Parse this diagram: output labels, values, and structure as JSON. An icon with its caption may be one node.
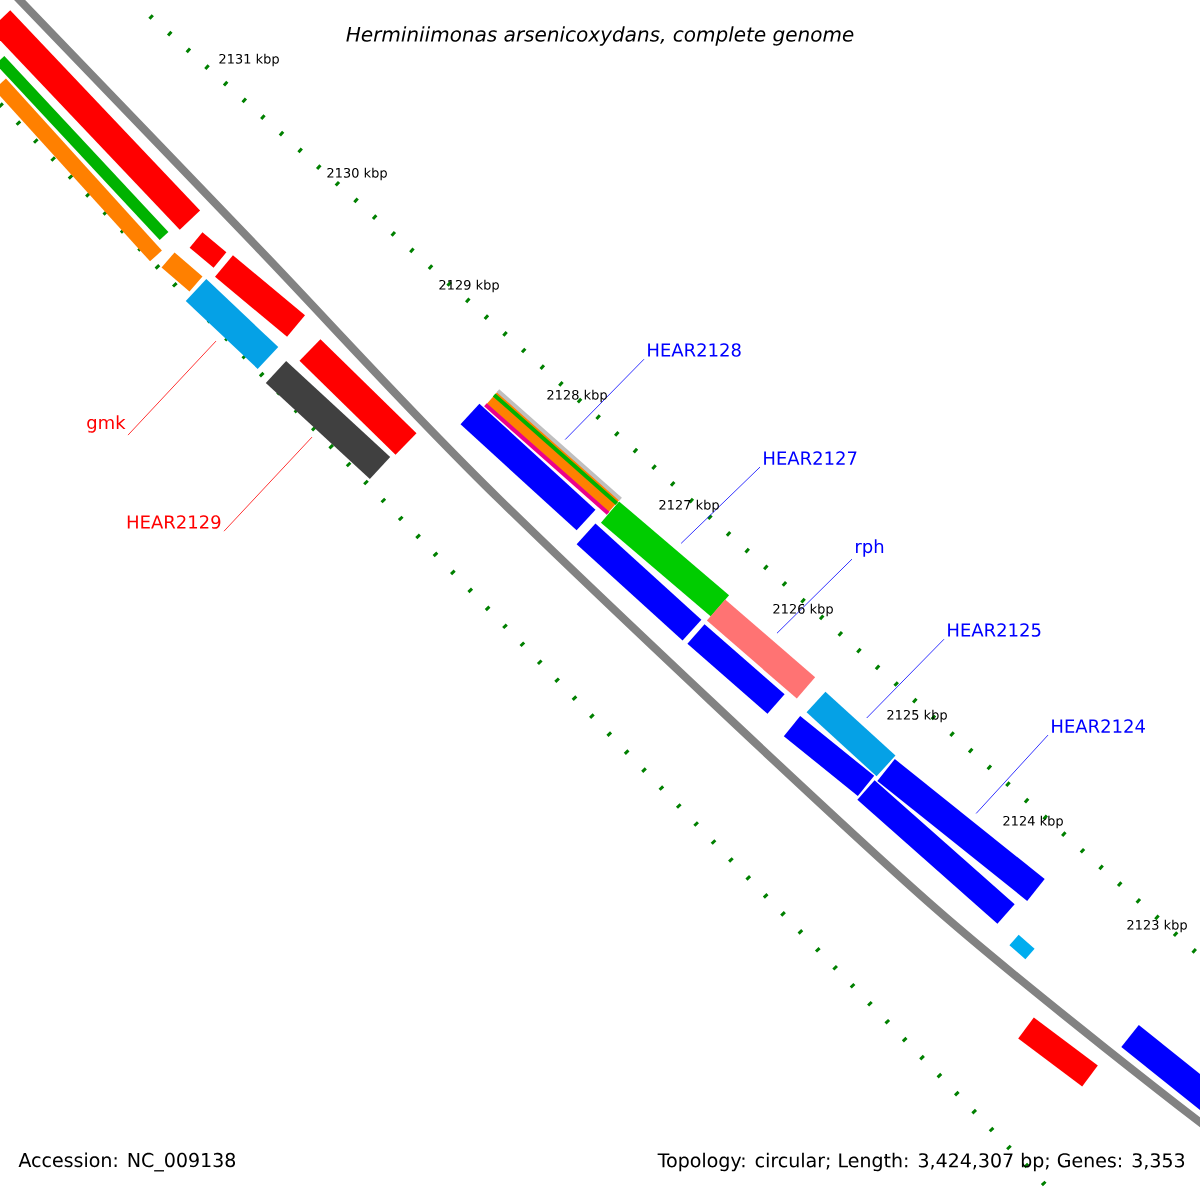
{
  "diagram": {
    "title": "Herminiimonas arsenicoxydans, complete genome",
    "nodes": [
      {
        "text": [
          "HEAR2128"
        ]
      },
      {
        "text": [
          "gmk"
        ]
      },
      {
        "text": [
          "HEAR2127"
        ]
      },
      {
        "text": [
          "HEAR2129"
        ]
      },
      {
        "text": [
          "rph"
        ]
      },
      {
        "text": [
          "HEAR2125"
        ]
      },
      {
        "text": [
          "HEAR2124"
        ]
      },
      {
        "text": [],
        "shape": "bar"
      },
      {
        "text": [],
        "shape": "bar"
      },
      {
        "text": [],
        "shape": "bar"
      },
      {
        "text": [],
        "shape": "bar"
      },
      {
        "text": [],
        "shape": "bar"
      },
      {
        "text": [],
        "shape": "bar"
      },
      {
        "text": [],
        "shape": "bar"
      },
      {
        "text": [],
        "shape": "bar"
      },
      {
        "text": [],
        "shape": "bar"
      },
      {
        "text": [],
        "shape": "bar"
      },
      {
        "text": [],
        "shape": "bar"
      },
      {
        "text": [],
        "shape": "bar"
      },
      {
        "text": [],
        "shape": "bar"
      },
      {
        "text": [],
        "shape": "bar"
      },
      {
        "text": [],
        "shape": "bar"
      },
      {
        "text": [],
        "shape": "bar"
      },
      {
        "text": [],
        "shape": "bar"
      },
      {
        "text": [],
        "shape": "bar"
      },
      {
        "text": [],
        "shape": "bar"
      },
      {
        "text": [],
        "shape": "bar"
      },
      {
        "text": [],
        "shape": "bar"
      },
      {
        "text": [],
        "shape": "bar"
      }
    ],
    "edges": [
      {
        "from": 1,
        "to": 12,
        "arrow": "none",
        "color": "#ff0000"
      },
      {
        "from": 3,
        "to": 14,
        "arrow": "none",
        "color": "#ff0000"
      },
      {
        "from": 0,
        "to": 17,
        "arrow": "none"
      },
      {
        "from": 2,
        "to": 19,
        "arrow": "none"
      },
      {
        "from": 4,
        "to": 21,
        "arrow": "none"
      },
      {
        "from": 5,
        "to": 23,
        "arrow": "none"
      },
      {
        "from": 6,
        "to": 25,
        "arrow": "none"
      }
    ],
    "labels": [
      "2131 kbp",
      "2130 kbp",
      "2129 kbp",
      "2128 kbp",
      "2127 kbp",
      "2126 kbp",
      "2125 kbp",
      "2124 kbp",
      "2123 kbp",
      "Accession: NC_009138",
      "Topology: circular; Length: 3,424,307 bp; Genes: 3,353"
    ]
  }
}
